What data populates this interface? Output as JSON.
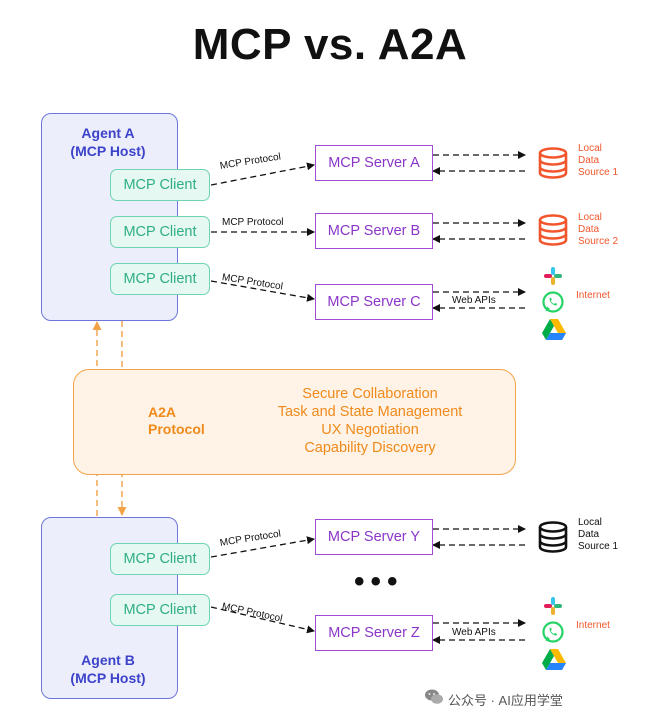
{
  "title": "MCP vs. A2A",
  "agent_a": {
    "line1": "Agent A",
    "line2": "(MCP Host)"
  },
  "agent_b": {
    "line1": "Agent B",
    "line2": "(MCP Host)"
  },
  "client_label": "MCP Client",
  "protocol_label": "MCP Protocol",
  "servers": {
    "a": "MCP Server A",
    "b": "MCP Server B",
    "c": "MCP Server C",
    "y": "MCP Server Y",
    "z": "MCP Server Z"
  },
  "sources": {
    "a": [
      "Local",
      "Data",
      "Source 1"
    ],
    "b": [
      "Local",
      "Data",
      "Source 2"
    ],
    "y": [
      "Local",
      "Data",
      "Source 1"
    ]
  },
  "internet_label": "Internet",
  "web_apis_label": "Web APIs",
  "a2a": {
    "line1": "A2A",
    "line2": "Protocol",
    "features": [
      "Secure Collaboration",
      "Task and State Management",
      "UX Negotiation",
      "Capability Discovery"
    ]
  },
  "ellipsis": "•••",
  "watermark": "公众号 · AI应用学堂",
  "colors": {
    "agent_fill": "#eceefc",
    "agent_border": "#6d75d8",
    "client_border": "#6fd3b4",
    "server_border": "#a04ad6",
    "a2a_accent": "#f08a1b",
    "database_red": "#f2562d"
  }
}
